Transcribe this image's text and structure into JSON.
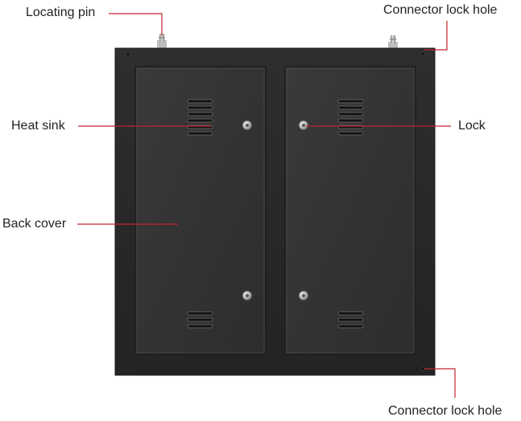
{
  "labels": {
    "locating_pin": "Locating pin",
    "connector_lock_hole_top": "Connector lock hole",
    "heat_sink": "Heat sink",
    "lock": "Lock",
    "back_cover": "Back cover",
    "connector_lock_hole_bottom": "Connector lock hole"
  },
  "colors": {
    "cabinet": "#2b2b2b",
    "panel": "#353535",
    "leader_line": "#c0262d",
    "text": "#222222"
  }
}
